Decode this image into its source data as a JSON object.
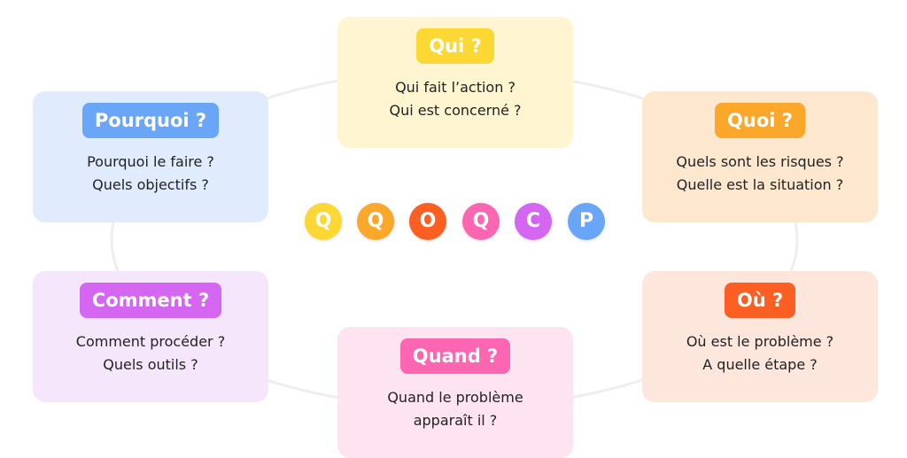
{
  "cards": [
    {
      "title": "Qui ?",
      "lines": [
        "Qui fait l’action ?",
        "Qui est concerné ?"
      ],
      "bg": "#fff5d1",
      "accent": "#fdd835"
    },
    {
      "title": "Pourquoi ?",
      "lines": [
        "Pourquoi le faire ?",
        "Quels objectifs ?"
      ],
      "bg": "#e0ecfd",
      "accent": "#6aa6f8"
    },
    {
      "title": "Quoi ?",
      "lines": [
        "Quels sont les risques ?",
        "Quelle est la situation ?"
      ],
      "bg": "#fde8cf",
      "accent": "#fba82a"
    },
    {
      "title": "Comment ?",
      "lines": [
        "Comment procéder ?",
        "Quels outils ?"
      ],
      "bg": "#f6e6fc",
      "accent": "#d466f2"
    },
    {
      "title": "Où ?",
      "lines": [
        "Où est le problème ?",
        "A quelle étape ?"
      ],
      "bg": "#fde7dd",
      "accent": "#fd5f22"
    },
    {
      "title": "Quand ?",
      "lines": [
        "Quand le problème",
        "apparaît il ?"
      ],
      "bg": "#fde4f0",
      "accent": "#fe66b2"
    }
  ],
  "letters": [
    {
      "letter": "Q",
      "color": "#fdd835"
    },
    {
      "letter": "Q",
      "color": "#fba82a"
    },
    {
      "letter": "O",
      "color": "#fd5f22"
    },
    {
      "letter": "Q",
      "color": "#fe66b2"
    },
    {
      "letter": "C",
      "color": "#d466f2"
    },
    {
      "letter": "P",
      "color": "#6aa6f8"
    }
  ]
}
